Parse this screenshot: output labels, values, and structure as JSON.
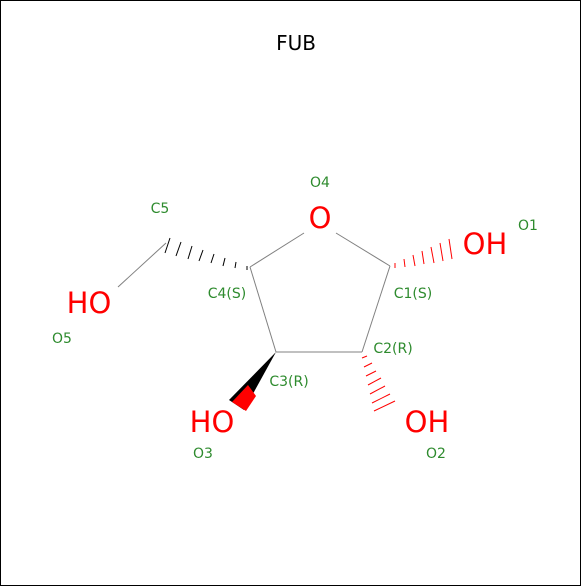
{
  "title": "FUB",
  "colors": {
    "bond": "#808080",
    "atom": "#ff0000",
    "label": "#2e8b2e",
    "wedge": "#000000"
  },
  "atoms": {
    "O4": "O",
    "O1": "OH",
    "O5": "HO",
    "O3": "HO",
    "O2": "OH"
  },
  "labels": {
    "O4": "O4",
    "O1": "O1",
    "C5": "C5",
    "O5": "O5",
    "C4": "C4(S)",
    "C1": "C1(S)",
    "C2": "C2(R)",
    "C3": "C3(R)",
    "O3": "O3",
    "O2": "O2"
  }
}
